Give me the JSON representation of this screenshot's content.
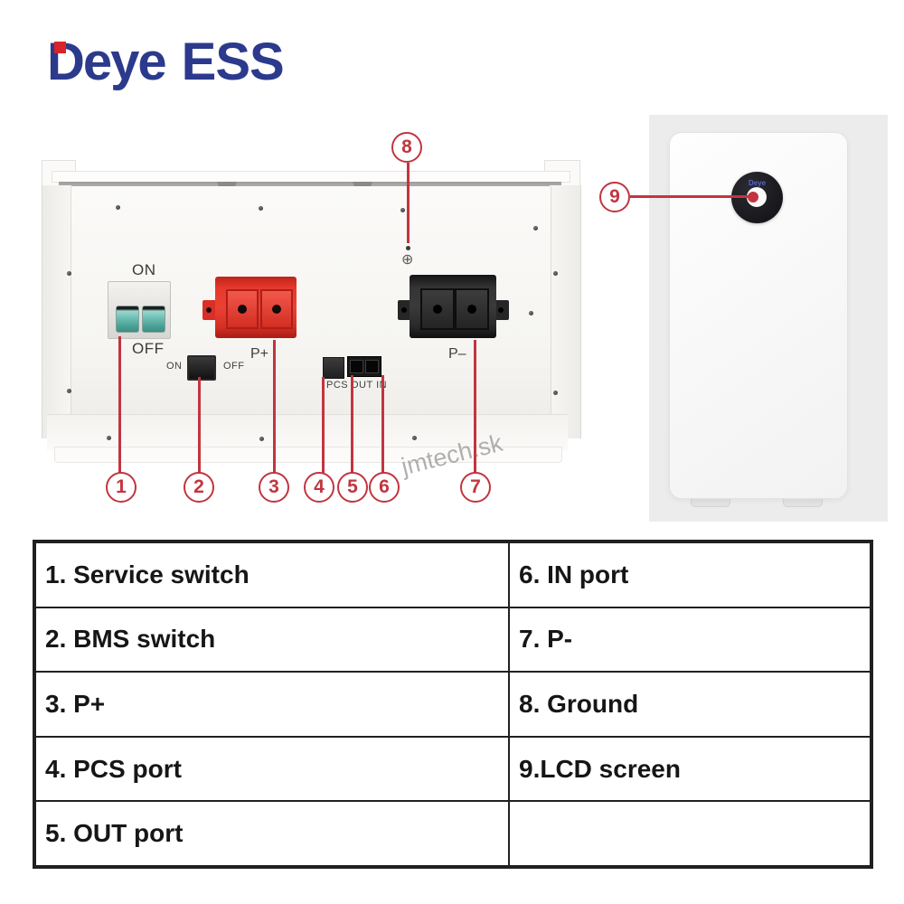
{
  "logo": {
    "brand": "Deye",
    "suffix": "ESS",
    "navy": "#2b3a8c",
    "red": "#d8232a"
  },
  "watermark": "jmtech.sk",
  "device": {
    "service_switch": {
      "on": "ON",
      "off": "OFF"
    },
    "bms_switch": {
      "on": "ON",
      "off": "OFF"
    },
    "p_plus_label": "P+",
    "pcs_label": "PCS",
    "out_in_label": "OUT IN",
    "p_minus_label": "P–",
    "ground_symbol": "⊕"
  },
  "battery": {
    "lcd_brand": "Deye"
  },
  "callouts": [
    "1",
    "2",
    "3",
    "4",
    "5",
    "6",
    "7",
    "8",
    "9"
  ],
  "legend_table": {
    "rows": [
      {
        "left": "1. Service switch",
        "right": "6. IN port"
      },
      {
        "left": "2. BMS switch",
        "right": "7. P-"
      },
      {
        "left": "3. P+",
        "right": "8. Ground"
      },
      {
        "left": "4. PCS port",
        "right": "9.LCD screen"
      },
      {
        "left": "5. OUT port",
        "right": ""
      }
    ]
  },
  "colors": {
    "callout_red": "#c2353f",
    "connector_red": "#e23a2e",
    "connector_black": "#2a2a2a",
    "toggle_teal": "#5fb3a7"
  }
}
